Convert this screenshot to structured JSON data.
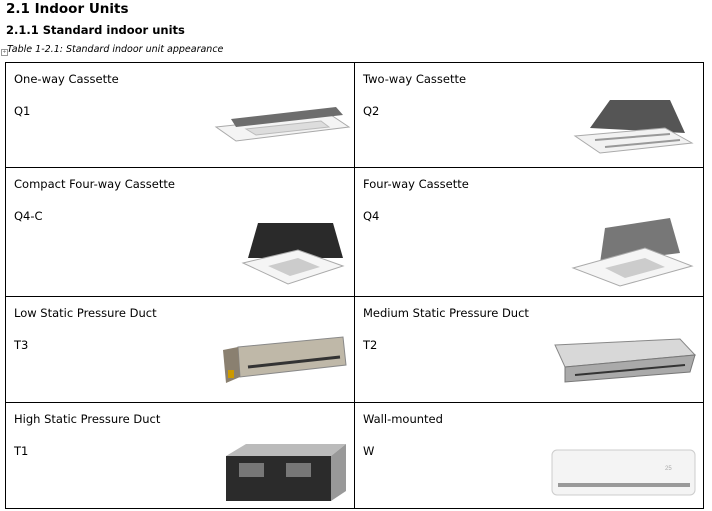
{
  "heading": "2.1 Indoor Units",
  "subheading": "2.1.1 Standard indoor units",
  "caption": "Table 1-2.1: Standard indoor unit appearance",
  "units": [
    {
      "name": "One-way Cassette",
      "code": "Q1",
      "icon": "one-way-cassette-image"
    },
    {
      "name": "Two-way Cassette",
      "code": "Q2",
      "icon": "two-way-cassette-image"
    },
    {
      "name": "Compact Four-way Cassette",
      "code": "Q4-C",
      "icon": "compact-four-way-cassette-image"
    },
    {
      "name": "Four-way Cassette",
      "code": "Q4",
      "icon": "four-way-cassette-image"
    },
    {
      "name": "Low Static Pressure Duct",
      "code": "T3",
      "icon": "low-static-duct-image"
    },
    {
      "name": "Medium Static Pressure Duct",
      "code": "T2",
      "icon": "medium-static-duct-image"
    },
    {
      "name": "High Static Pressure Duct",
      "code": "T1",
      "icon": "high-static-duct-image"
    },
    {
      "name": "Wall-mounted",
      "code": "W",
      "icon": "wall-mounted-image"
    }
  ]
}
